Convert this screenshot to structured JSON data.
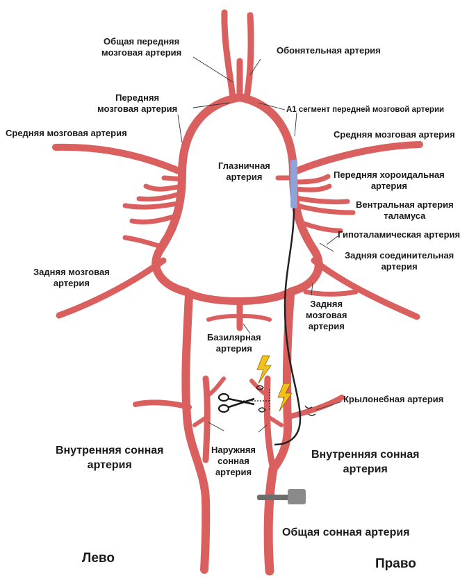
{
  "colors": {
    "artery": "#d9605f",
    "artery_outline": "#9c3a39",
    "catheter_segment": "#8fa3d9",
    "catheter_wire": "#222222",
    "lightning": "#f2c21b",
    "text": "#1a1a1a"
  },
  "labels": {
    "common_anterior_cerebral": [
      "Общая передняя",
      "мозговая артерия"
    ],
    "olfactory": "Обонятельная артерия",
    "anterior_cerebral": [
      "Передняя",
      "мозговая артерия"
    ],
    "a1_segment": "A1 сегмент передней мозговой артерии",
    "middle_cerebral_left": "Средняя мозговая артерия",
    "middle_cerebral_right": "Средняя мозговая артерия",
    "ophthalmic": [
      "Глазничная",
      "артерия"
    ],
    "anterior_choroidal": [
      "Передняя хороидальная",
      "артерия"
    ],
    "ventral_thalamic": [
      "Вентральная артерия",
      "таламуса"
    ],
    "hypothalamic": "Гипоталамическая артерия",
    "posterior_communicating": [
      "Задняя соединительная",
      "артерия"
    ],
    "posterior_cerebral_left": [
      "Задняя мозговая",
      "артерия"
    ],
    "posterior_cerebral_right": [
      "Задняя",
      "мозговая",
      "артерия"
    ],
    "basilar": [
      "Базилярная",
      "артерия"
    ],
    "pterygopalatine": "Крылонебная артерия",
    "internal_carotid_left": [
      "Внутренняя сонная",
      "артерия"
    ],
    "external_carotid": [
      "Наружняя",
      "сонная",
      "артерия"
    ],
    "internal_carotid_right": [
      "Внутренняя сонная",
      "артерия"
    ],
    "common_carotid": "Общая сонная артерия",
    "side_left": "Лево",
    "side_right": "Право"
  },
  "icons": [
    "scissors-icon",
    "lightning-icon",
    "clamp-icon",
    "ligature-icon"
  ]
}
